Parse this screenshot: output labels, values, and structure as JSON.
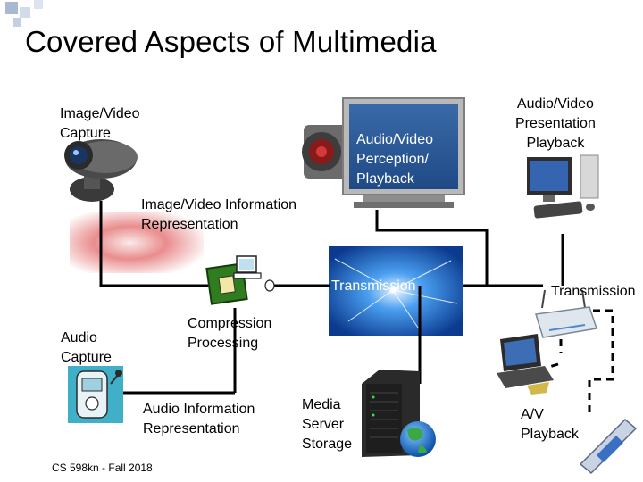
{
  "slide": {
    "title": "Covered Aspects of Multimedia",
    "footer": "CS 598kn - Fall 2018"
  },
  "labels": {
    "image_video_capture_line1": "Image/Video",
    "image_video_capture_line2": "Capture",
    "perception_line1": "Audio/Video",
    "perception_line2": "Perception/",
    "perception_line3": "Playback",
    "presentation_line1": "Audio/Video",
    "presentation_line2": "Presentation",
    "presentation_line3": "Playback",
    "info_rep_line1_a": "Image/Video ",
    "info_rep_line1_b": "Information",
    "info_rep_line2": "Representation",
    "transmission_center": "Transmission",
    "transmission_right": "Transmission",
    "compression_line1": "Compression",
    "compression_line2": "Processing",
    "audio_capture_line1": "Audio",
    "audio_capture_line2": "Capture",
    "audio_info_line1": "Audio Information",
    "audio_info_line2": "Representation",
    "media_line1": "Media",
    "media_line2": "Server",
    "media_line3": "Storage",
    "av_playback_line1": "A/V",
    "av_playback_line2": "Playback"
  },
  "colors": {
    "connector": "#000000",
    "tv_screen": "#2c5a96",
    "transmission_glow": "#1a5fc8",
    "deco_square": "#c8d4e6"
  },
  "icons": {
    "camera": "webcam-icon",
    "speaker": "speaker-icon",
    "tv": "tv-screen-icon",
    "computer": "desktop-computer-icon",
    "chip": "processor-chip-icon",
    "network": "network-globe-icon",
    "router": "wireless-router-icon",
    "laptop": "laptop-icon",
    "server": "server-tower-icon",
    "globe": "globe-icon",
    "audio_device": "audio-recorder-icon",
    "phone": "mobile-phone-icon"
  }
}
